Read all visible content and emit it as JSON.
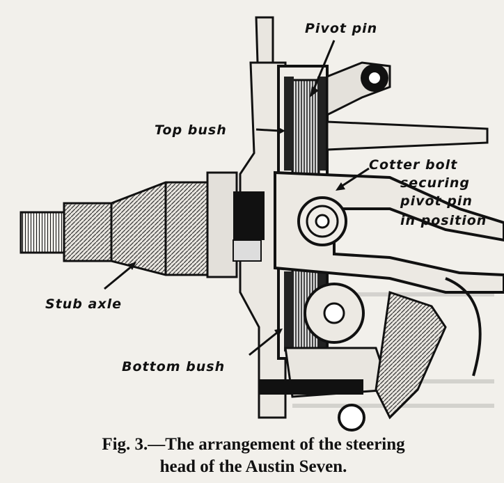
{
  "labels": {
    "pivot_pin": "Pivot pin",
    "top_bush": "Top bush",
    "cotter_bolt": [
      "Cotter bolt",
      "securing",
      "pivot pin",
      "in position"
    ],
    "stub_axle": "Stub axle",
    "bottom_bush": "Bottom bush"
  },
  "caption": {
    "line1": "Fig. 3.—The arrangement of the steering",
    "line2": "head of the Austin Seven."
  }
}
